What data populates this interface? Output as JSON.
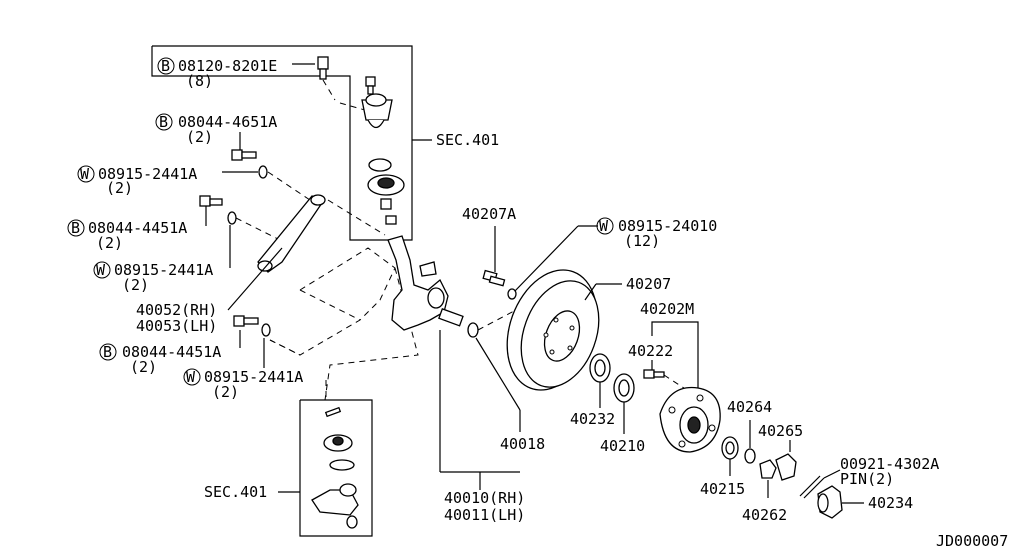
{
  "labels": {
    "b_08120": "08120-8201E",
    "b_08120_qty": "(8)",
    "b_08044_4651": "08044-4651A",
    "b_08044_4651_qty": "(2)",
    "w_08915_a": "08915-2441A",
    "w_08915_a_qty": "(2)",
    "b_08044_4451_a": "08044-4451A",
    "b_08044_4451_a_qty": "(2)",
    "w_08915_b": "08915-2441A",
    "w_08915_b_qty": "(2)",
    "p_40052": "40052(RH)",
    "p_40053": "40053(LH)",
    "b_08044_4451_b": "08044-4451A",
    "b_08044_4451_b_qty": "(2)",
    "w_08915_c": "08915-2441A",
    "w_08915_c_qty": "(2)",
    "sec_top": "SEC.401",
    "sec_bottom": "SEC.401",
    "p_40207A": "40207A",
    "w_08915_24010": "08915-24010",
    "w_08915_24010_qty": "(12)",
    "p_40207": "40207",
    "p_40202M": "40202M",
    "p_40222": "40222",
    "p_40232": "40232",
    "p_40210": "40210",
    "p_40018": "40018",
    "p_40264": "40264",
    "p_40265": "40265",
    "p_00921": "00921-4302A",
    "p_pin": "PIN(2)",
    "p_40215": "40215",
    "p_40262": "40262",
    "p_40234": "40234",
    "p_40010": "40010(RH)",
    "p_40011": "40011(LH)",
    "code": "JD000007",
    "mark_b": "B",
    "mark_w": "W"
  }
}
